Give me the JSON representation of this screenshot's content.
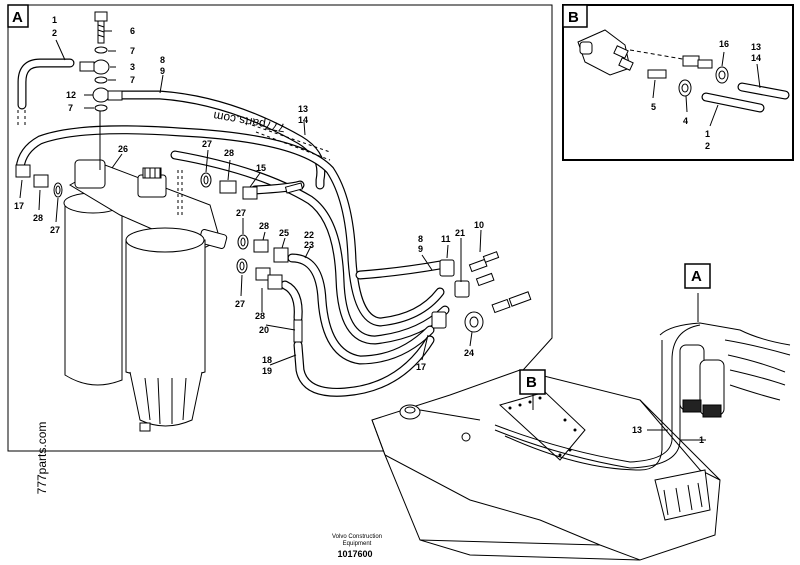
{
  "panels": {
    "a": {
      "letter": "A"
    },
    "b": {
      "letter": "B"
    },
    "overview_a": {
      "letter": "A"
    },
    "overview_b": {
      "letter": "B"
    }
  },
  "watermarks": [
    "777parts.com",
    "777parts.com"
  ],
  "footer": {
    "line1": "Volvo Construction",
    "line2": "Equipment",
    "number": "1017600"
  },
  "callouts_a": [
    {
      "id": "c1",
      "text": "1"
    },
    {
      "id": "c2",
      "text": "2"
    },
    {
      "id": "c6",
      "text": "6"
    },
    {
      "id": "c7a",
      "text": "7"
    },
    {
      "id": "c3",
      "text": "3"
    },
    {
      "id": "c7b",
      "text": "7"
    },
    {
      "id": "c8",
      "text": "8"
    },
    {
      "id": "c9",
      "text": "9"
    },
    {
      "id": "c12",
      "text": "12"
    },
    {
      "id": "c7c",
      "text": "7"
    },
    {
      "id": "c13",
      "text": "13"
    },
    {
      "id": "c14",
      "text": "14"
    },
    {
      "id": "c26",
      "text": "26"
    },
    {
      "id": "c27a",
      "text": "27"
    },
    {
      "id": "c28a",
      "text": "28"
    },
    {
      "id": "c15",
      "text": "15"
    },
    {
      "id": "c17a",
      "text": "17"
    },
    {
      "id": "c28b",
      "text": "28"
    },
    {
      "id": "c27b",
      "text": "27"
    },
    {
      "id": "c27c",
      "text": "27"
    },
    {
      "id": "c28c",
      "text": "28"
    },
    {
      "id": "c25",
      "text": "25"
    },
    {
      "id": "c22",
      "text": "22"
    },
    {
      "id": "c23",
      "text": "23"
    },
    {
      "id": "c10",
      "text": "10"
    },
    {
      "id": "c11",
      "text": "11"
    },
    {
      "id": "c21",
      "text": "21"
    },
    {
      "id": "c8b",
      "text": "8"
    },
    {
      "id": "c9b",
      "text": "9"
    },
    {
      "id": "c27d",
      "text": "27"
    },
    {
      "id": "c28d",
      "text": "28"
    },
    {
      "id": "c20",
      "text": "20"
    },
    {
      "id": "c18",
      "text": "18"
    },
    {
      "id": "c19",
      "text": "19"
    },
    {
      "id": "c17b",
      "text": "17"
    },
    {
      "id": "c24",
      "text": "24"
    }
  ],
  "callouts_b": [
    {
      "id": "b16",
      "text": "16"
    },
    {
      "id": "b13",
      "text": "13"
    },
    {
      "id": "b14",
      "text": "14"
    },
    {
      "id": "b5",
      "text": "5"
    },
    {
      "id": "b4",
      "text": "4"
    },
    {
      "id": "b1",
      "text": "1"
    },
    {
      "id": "b2",
      "text": "2"
    }
  ],
  "callouts_overview": [
    {
      "id": "o13",
      "text": "13"
    },
    {
      "id": "o1",
      "text": "1"
    }
  ]
}
